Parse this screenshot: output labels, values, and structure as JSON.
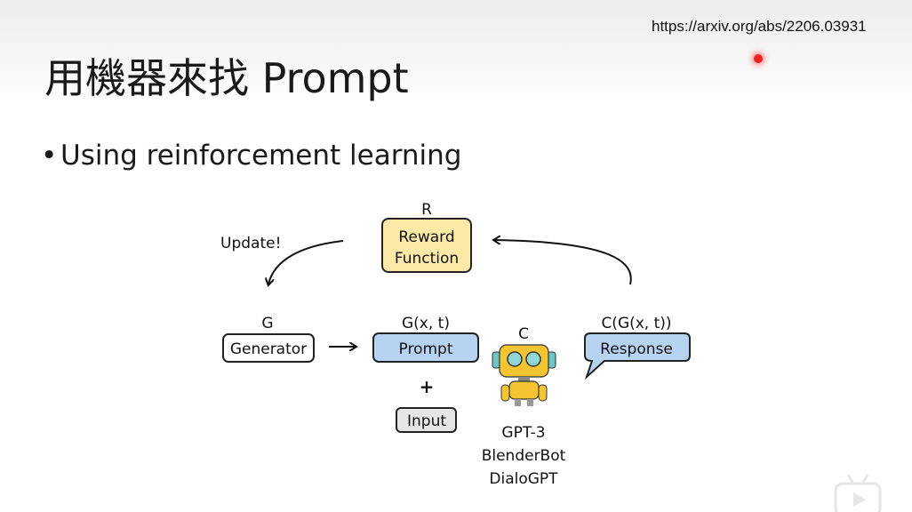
{
  "slide": {
    "url": "https://arxiv.org/abs/2206.03931",
    "title": "用機器來找 Prompt",
    "bullet": "Using reinforcement learning"
  },
  "diagram": {
    "reward": {
      "symbol": "R",
      "line1": "Reward",
      "line2": "Function",
      "fill": "#fce9a6"
    },
    "update_label": "Update!",
    "generator": {
      "symbol": "G",
      "label": "Generator"
    },
    "prompt": {
      "symbol": "G(x, t)",
      "label": "Prompt",
      "fill": "#b6d3f2"
    },
    "plus": "+",
    "input": {
      "label": "Input"
    },
    "chatbot": {
      "symbol": "C",
      "models": [
        "GPT-3",
        "BlenderBot",
        "DialoGPT"
      ],
      "body_color": "#f5c531"
    },
    "response": {
      "symbol": "C(G(x, t))",
      "label": "Response",
      "fill": "#b6d3f2"
    }
  }
}
